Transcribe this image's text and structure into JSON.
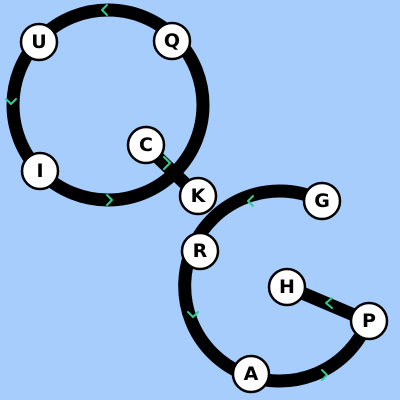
{
  "puzzle": {
    "background_color": "#a6cdfb",
    "track_color": "#000000",
    "arrow_color": "#33cc99",
    "node_fill": "#ffffff",
    "nodes": [
      {
        "id": "U",
        "label": "U"
      },
      {
        "id": "Q",
        "label": "Q"
      },
      {
        "id": "C",
        "label": "C"
      },
      {
        "id": "I",
        "label": "I"
      },
      {
        "id": "K",
        "label": "K"
      },
      {
        "id": "G",
        "label": "G"
      },
      {
        "id": "R",
        "label": "R"
      },
      {
        "id": "H",
        "label": "H"
      },
      {
        "id": "P",
        "label": "P"
      },
      {
        "id": "A",
        "label": "A"
      }
    ]
  }
}
